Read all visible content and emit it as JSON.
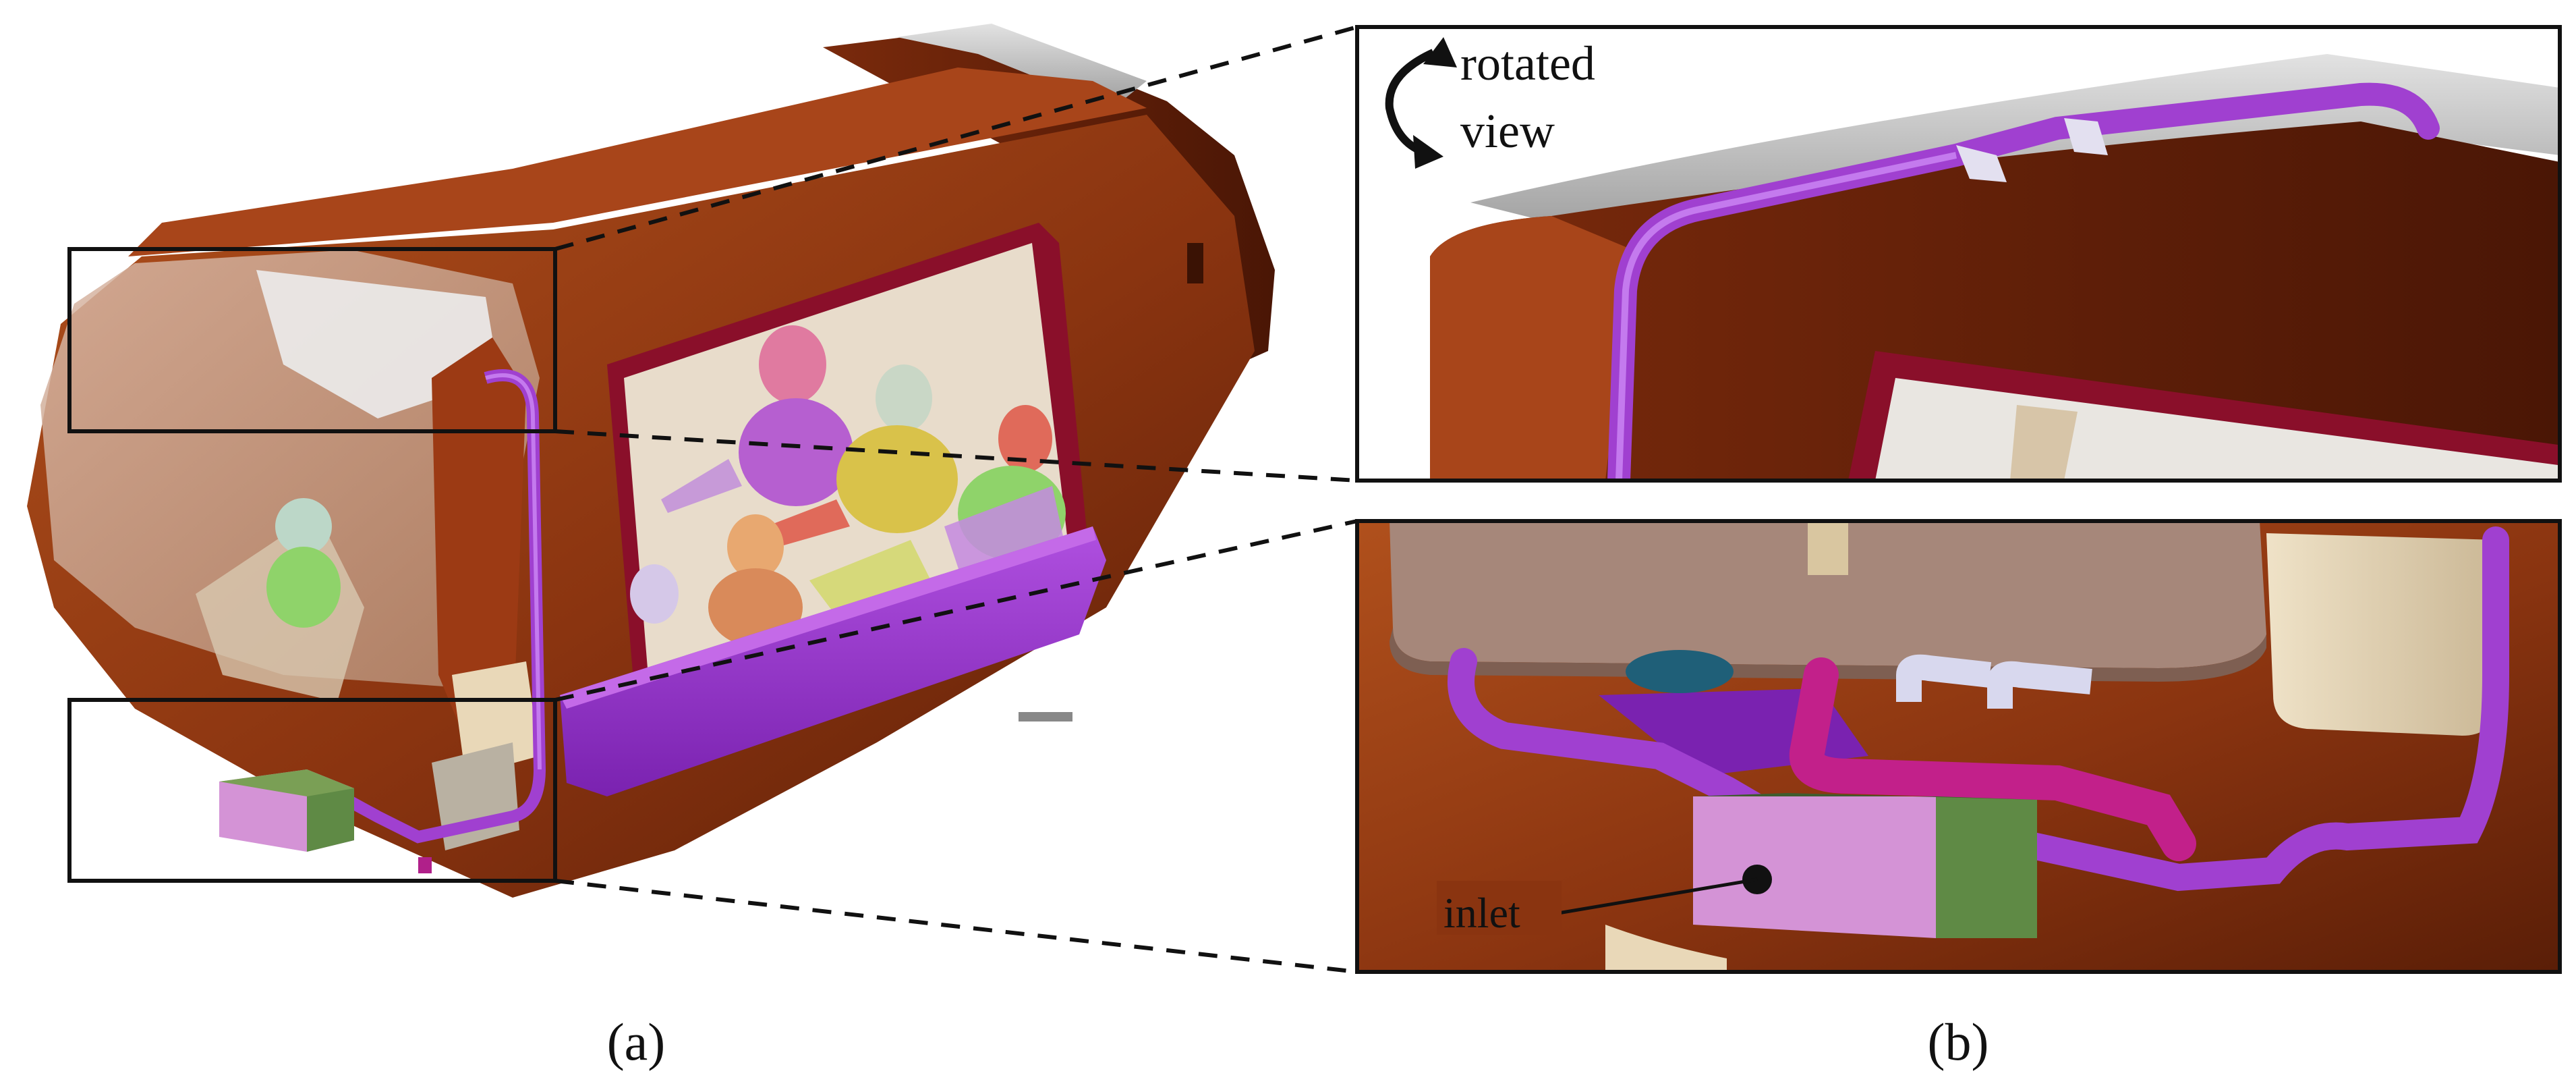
{
  "panels": [
    {
      "id": "a",
      "label": "(a)"
    },
    {
      "id": "b",
      "label": "(b)"
    }
  ],
  "annotations": {
    "rotated_line1": "rotated",
    "rotated_line2": "view",
    "inlet": "inlet"
  },
  "colors": {
    "cabin_body": "#9a3b12",
    "cabin_dark": "#5e1f08",
    "window_frame": "#8a0f2a",
    "duct": "#a040d0",
    "duct_magenta": "#c2208a",
    "inlet_box_face": "#d493d6",
    "inlet_box_side": "#5f8a45",
    "roof_grey": "#c9c9c9"
  },
  "icons": [
    "rotate-arrow-icon"
  ]
}
